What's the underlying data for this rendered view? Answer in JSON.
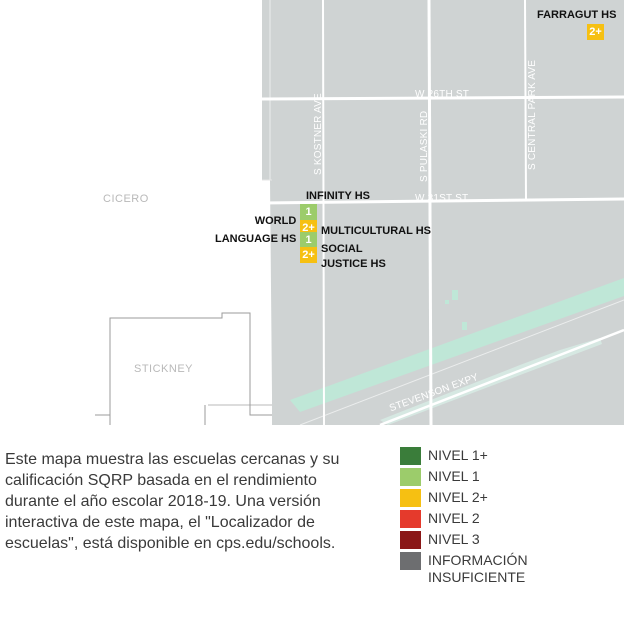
{
  "map": {
    "places": {
      "cicero": "CICERO",
      "stickney": "STICKNEY"
    },
    "streets": {
      "w26": "W 26TH ST",
      "w31": "W 31ST ST",
      "kostner": "S KOSTNER AVE",
      "pulaski": "S PULASKI RD",
      "central_park": "S CENTRAL PARK AVE",
      "stevenson": "STEVENSON EXPY"
    },
    "schools": {
      "farragut": {
        "name": "FARRAGUT HS",
        "level": "2+"
      },
      "infinity": {
        "name": "INFINITY HS",
        "level": "1"
      },
      "world_language": {
        "name_line1": "WORLD",
        "name_line2": "LANGUAGE HS",
        "level": "2+"
      },
      "multicultural": {
        "name": "MULTICULTURAL HS",
        "level": "1"
      },
      "social_justice": {
        "name_line1": "SOCIAL",
        "name_line2": "JUSTICE HS",
        "level": "2+"
      }
    }
  },
  "description": "Este mapa muestra las escuelas cercanas y su calificación SQRP basada en el rendimiento durante el año escolar 2018-19. Una versión interactiva de este mapa, el \"Localizador de escuelas\", está disponible en cps.edu/schools.",
  "legend": [
    {
      "label": "NIVEL 1+",
      "color": "#3a7d3a"
    },
    {
      "label": "NIVEL 1",
      "color": "#9ccc6b"
    },
    {
      "label": "NIVEL 2+",
      "color": "#f6c012"
    },
    {
      "label": "NIVEL 2",
      "color": "#e53a2c"
    },
    {
      "label": "NIVEL 3",
      "color": "#8a1717"
    },
    {
      "label": "INFORMACIÓN INSUFICIENTE",
      "color": "#6d6e70"
    }
  ],
  "colors": {
    "map_bg": "#ffffff",
    "city_area": "#cfd3d3",
    "road": "#ffffff",
    "water": "#bfe7d7",
    "level_1": "#9ccc6b",
    "level_2_plus": "#f6c012"
  }
}
